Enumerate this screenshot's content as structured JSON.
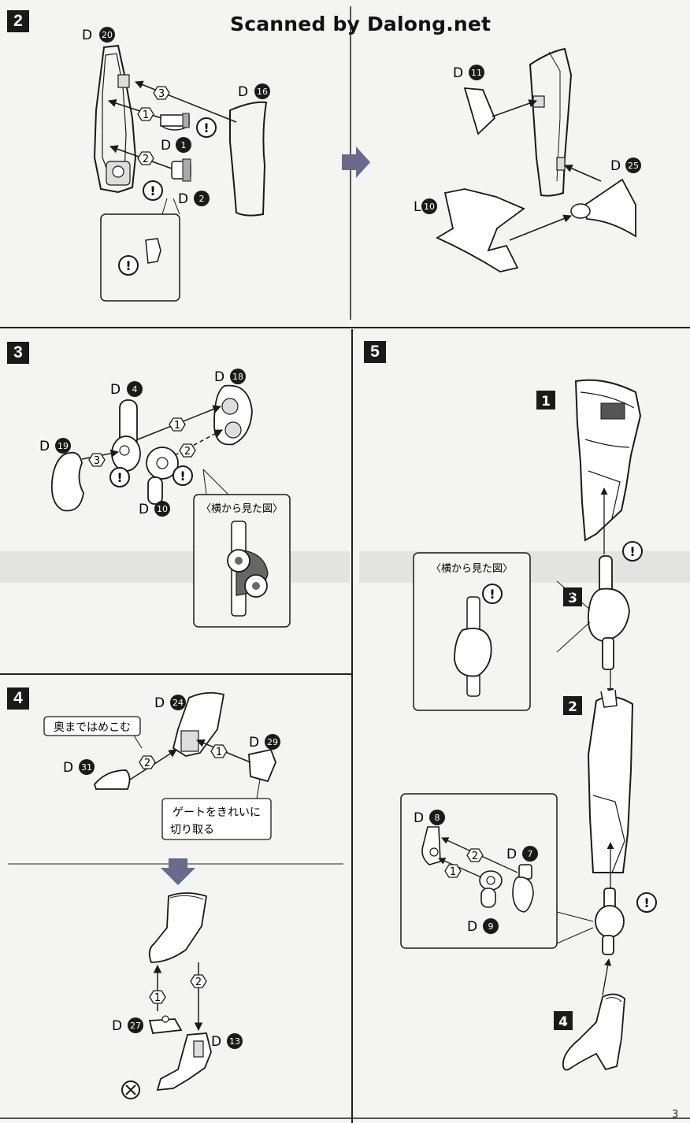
{
  "watermark": "Scanned by Dalong.net",
  "page_number": "3",
  "colors": {
    "ink": "#1a1a1a",
    "paper": "#f4f4f2",
    "arrow": "#6a6a8a"
  },
  "icons": {
    "caution": "exclamation-circle-icon",
    "step_arrow": "gray-right-arrow-icon",
    "down_arrow": "gray-down-arrow-icon"
  },
  "step2": {
    "number": "2",
    "parts": {
      "d20": "D",
      "d20n": "20",
      "d16": "D",
      "d16n": "16",
      "d1": "D",
      "d1n": "1",
      "d2": "D",
      "d2n": "2",
      "d11": "D",
      "d11n": "11",
      "d25": "D",
      "d25n": "25",
      "l10": "L",
      "l10n": "10"
    },
    "order": [
      "1",
      "2",
      "3"
    ],
    "caution": "!"
  },
  "step3": {
    "number": "3",
    "parts": {
      "d4": "D",
      "d4n": "4",
      "d18": "D",
      "d18n": "18",
      "d19": "D",
      "d19n": "19",
      "d10": "D",
      "d10n": "10"
    },
    "order": [
      "1",
      "2",
      "3"
    ],
    "side_view": "〈横から見た図〉",
    "caution": "!"
  },
  "step4": {
    "number": "4",
    "parts": {
      "d24": "D",
      "d24n": "24",
      "d29": "D",
      "d29n": "29",
      "d31": "D",
      "d31n": "31",
      "d27": "D",
      "d27n": "27",
      "d13": "D",
      "d13n": "13"
    },
    "order": [
      "1",
      "2"
    ],
    "note_press": "奥まではめこむ",
    "note_gate_line1": "ゲートをきれいに",
    "note_gate_line2": "切り取る"
  },
  "step5": {
    "number": "5",
    "sub_steps": [
      "1",
      "3",
      "2",
      "4"
    ],
    "side_view": "〈横から見た図〉",
    "parts": {
      "d8": "D",
      "d8n": "8",
      "d7": "D",
      "d7n": "7",
      "d9": "D",
      "d9n": "9"
    },
    "order": [
      "1",
      "2"
    ],
    "caution": "!"
  }
}
